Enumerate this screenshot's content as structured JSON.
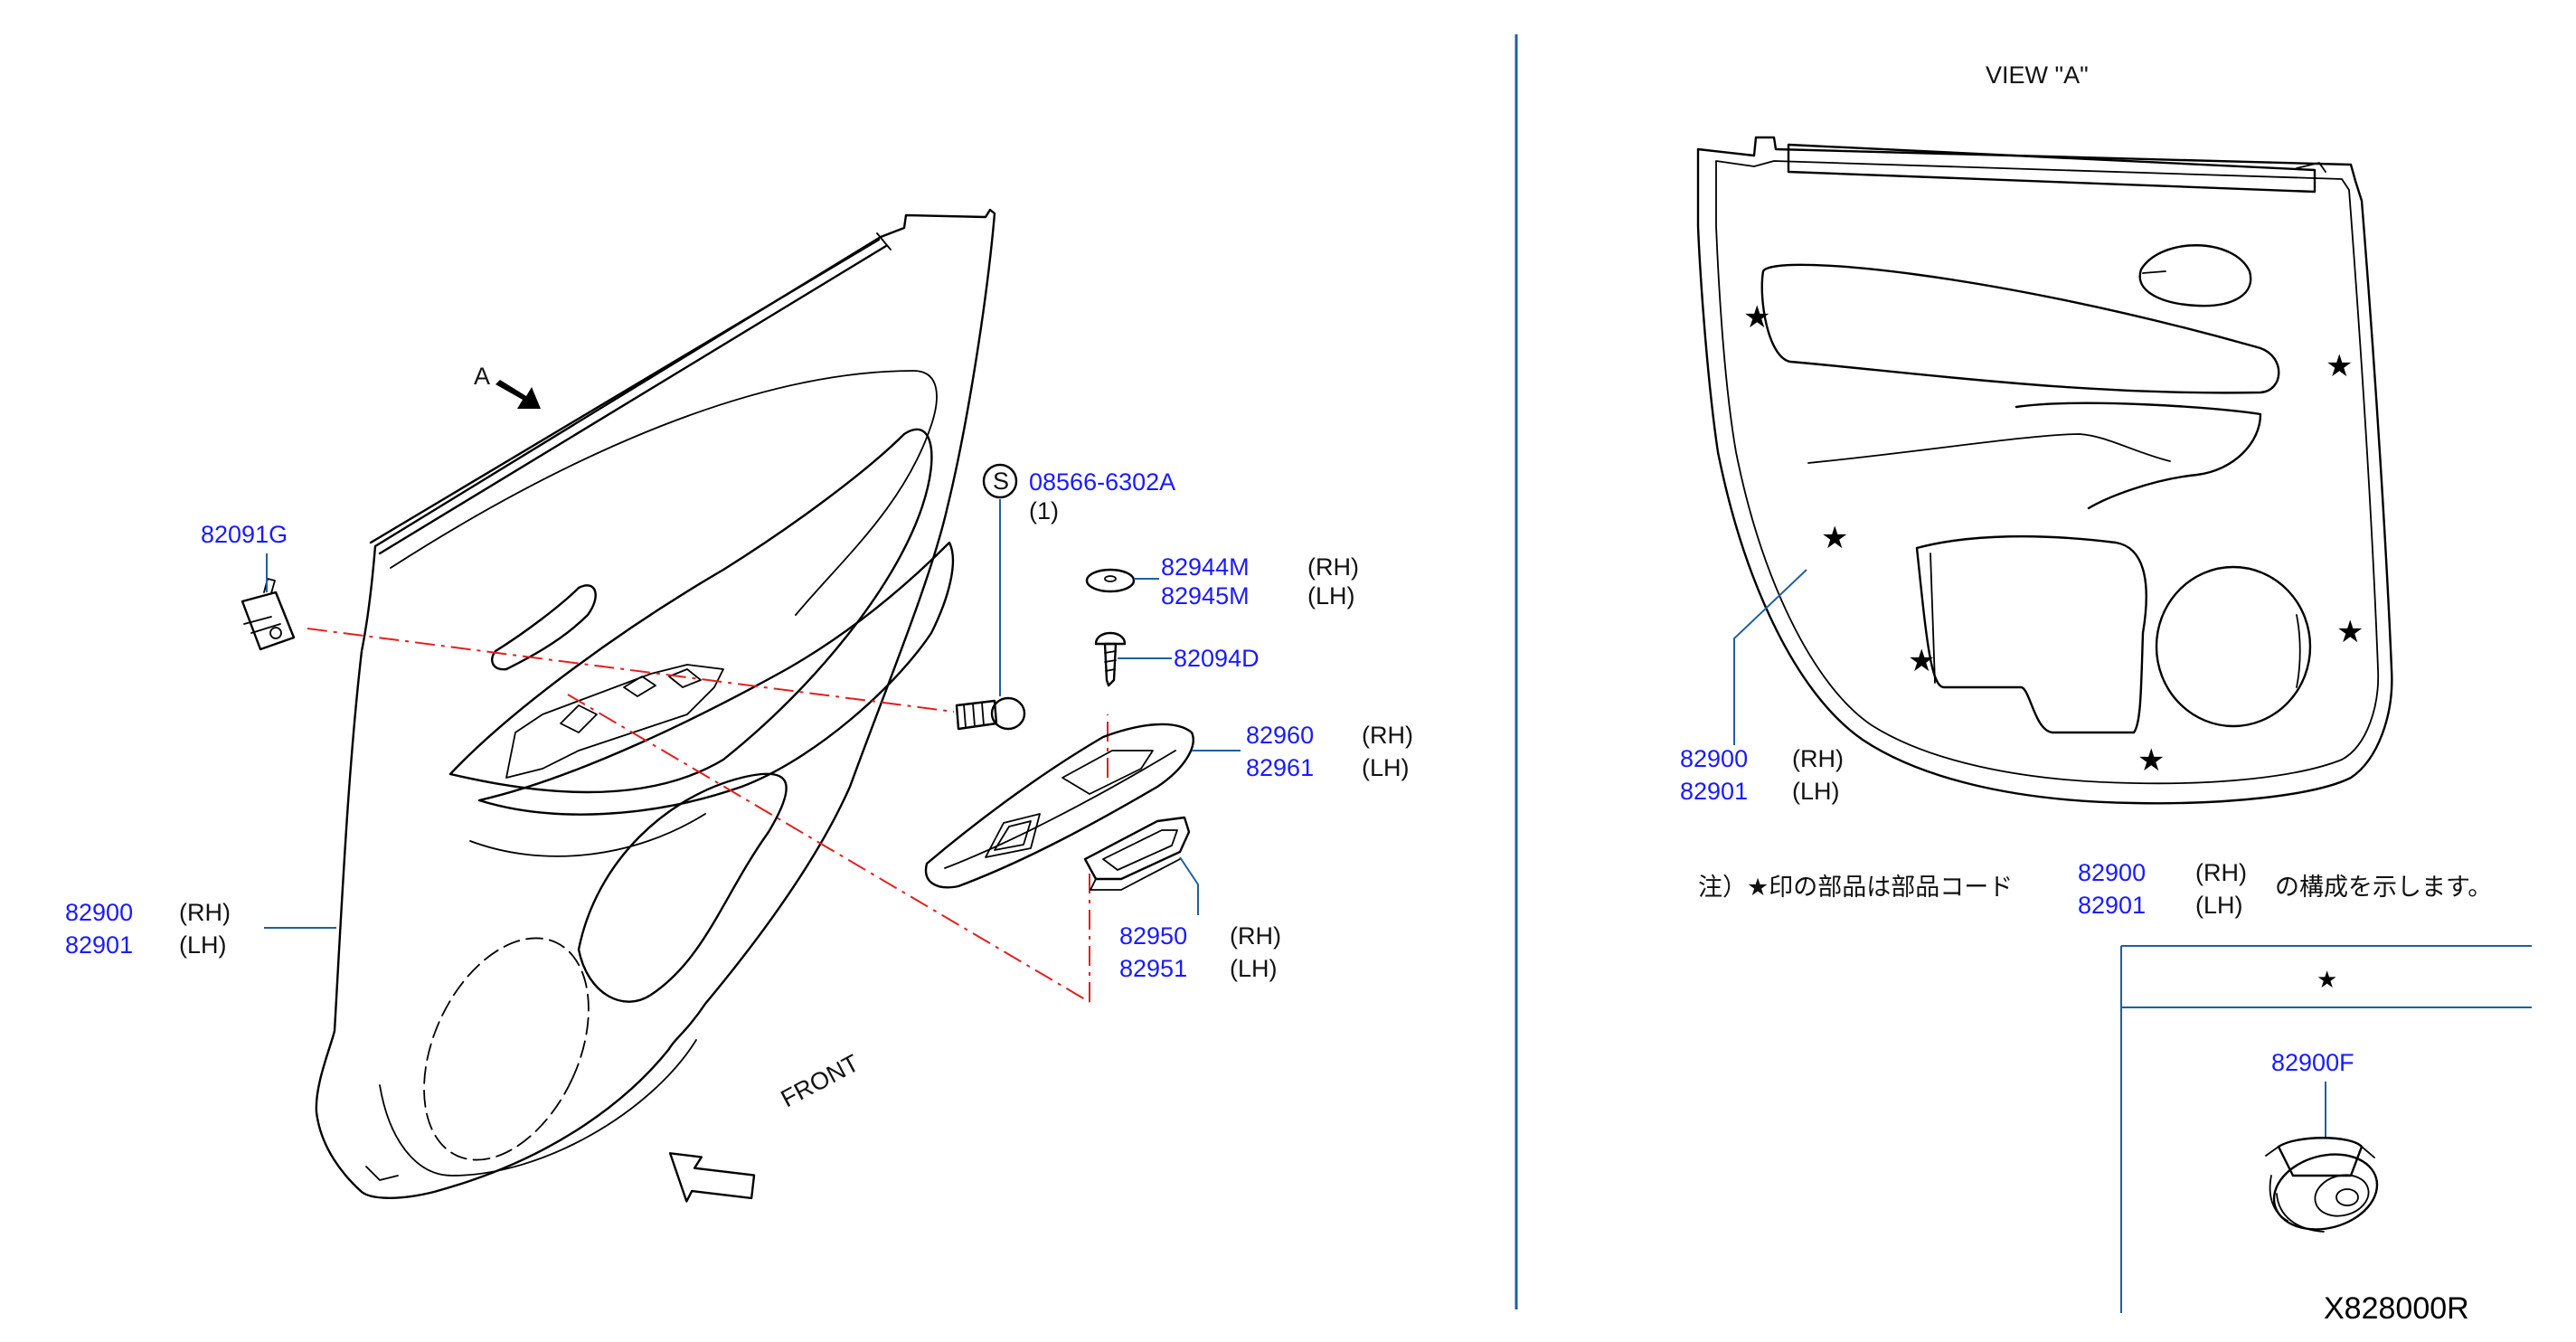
{
  "view_title": "VIEW   \"A\"",
  "arrow_label": "A",
  "front_label": "FRONT",
  "drawing_code": "X828000R",
  "screw_symbol": "S",
  "parts": {
    "clip_82091g": {
      "part": "82091G"
    },
    "screw": {
      "part": "08566-6302A",
      "qty": "(1)"
    },
    "washer": {
      "rh": "82944M",
      "lh": "82945M",
      "rh_tag": "(RH)",
      "lh_tag": "(LH)"
    },
    "screw_82094d": {
      "part": "82094D"
    },
    "armrest": {
      "rh": "82960",
      "lh": "82961",
      "rh_tag": "(RH)",
      "lh_tag": "(LH)"
    },
    "finisher": {
      "rh": "82950",
      "lh": "82951",
      "rh_tag": "(RH)",
      "lh_tag": "(LH)"
    },
    "trim_left": {
      "rh": "82900",
      "lh": "82901",
      "rh_tag": "(RH)",
      "lh_tag": "(LH)"
    },
    "trim_view": {
      "rh": "82900",
      "lh": "82901",
      "rh_tag": "(RH)",
      "lh_tag": "(LH)"
    }
  },
  "note": {
    "prefix": "注）★印の部品は部品コード",
    "rh": "82900",
    "lh": "82901",
    "rh_tag": "(RH)",
    "lh_tag": "(LH)",
    "suffix": "の構成を示します。"
  },
  "star_table": {
    "header": "★",
    "part": "82900F"
  },
  "colors": {
    "part_number": "#1a1aff",
    "leader": "#1f5fa0",
    "divider": "#1f5fa0",
    "centerline": "#e02020",
    "lines": "#000000"
  },
  "icons": [
    "star-icon",
    "screw-symbol-icon",
    "front-arrow-icon",
    "view-arrow-icon"
  ]
}
